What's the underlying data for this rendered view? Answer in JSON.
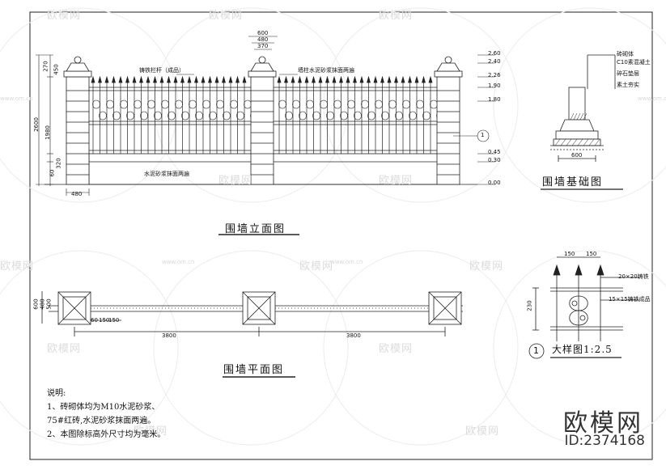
{
  "elevation": {
    "title": "围墙立面图",
    "label_rail": "铸铁栏杆（成品）",
    "label_pillar": "墙柱水泥砂浆抹面两遍",
    "label_wall": "水泥砂浆抹面两遍",
    "dim_top": [
      "600",
      "480",
      "370"
    ],
    "dim_height": "2600",
    "dim_1980": "1980",
    "dim_left_small": [
      "270",
      "450",
      "60",
      "320"
    ],
    "dim_bottom": "480",
    "elev_marks": [
      "2.60",
      "2.40",
      "2.26",
      "1.90",
      "1.80",
      "0.45",
      "0.30",
      "0.00"
    ],
    "callout": "1"
  },
  "plan": {
    "title": "围墙平面图",
    "spans": [
      "3800",
      "3800"
    ],
    "dims_left": [
      "600",
      "480",
      "500"
    ],
    "dims_small": [
      "60",
      "150",
      "150"
    ]
  },
  "foundation": {
    "title": "围墙基础图",
    "layers": [
      "砖砌体",
      "C10素混凝土",
      "碎石垫层",
      "素土夯实"
    ],
    "dim": "600"
  },
  "detail": {
    "title": "大样图1:2.5",
    "callout": "1",
    "dims_top": [
      "150",
      "150"
    ],
    "dim_side": "230",
    "label_bar": "20×20铸铁",
    "label_product": "15×15铸铁成品"
  },
  "notes": {
    "heading": "说明:",
    "lines": [
      "1、砖砌体均为M10水泥砂浆、",
      "75#红砖,水泥砂浆抹面两遍。",
      "2、本图除标高外尺寸均为毫米。"
    ]
  },
  "brand": {
    "logo": "欧模网",
    "id": "ID:2374168",
    "watermark": "欧模网",
    "watermark_url": "www.om.cn"
  }
}
